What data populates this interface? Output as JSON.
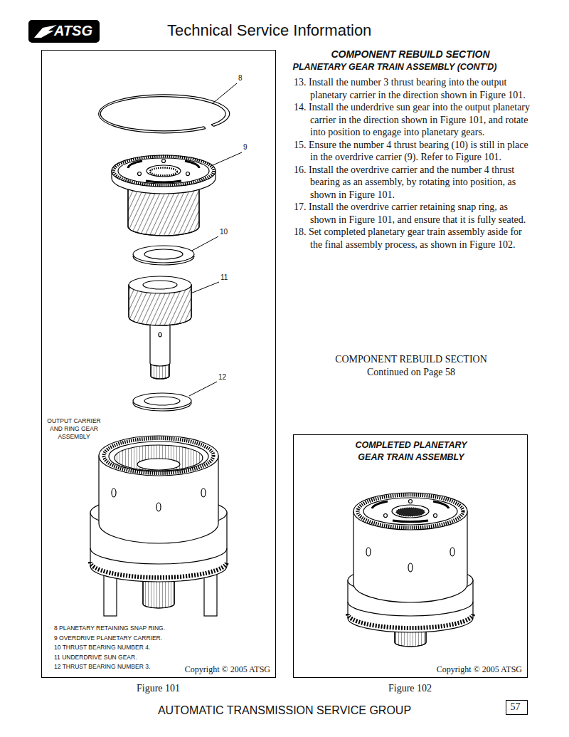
{
  "diagram": {
    "title": "Technical Service Information",
    "nodes": [
      {
        "text": [
          "Copyright © 2005 ATSG",
          "Figure 101"
        ]
      },
      {
        "text": [
          "COMPLETED PLANETARY GEAR TRAIN ASSEMBLY",
          "Copyright © 2005 ATSG",
          "Figure 102"
        ]
      },
      {
        "text": [
          "57"
        ]
      },
      {
        "text": [
          "ATSG"
        ]
      }
    ],
    "labels": [
      "COMPONENT REBUILD SECTION",
      "PLANETARY GEAR TRAIN ASSEMBLY (CONT'D)",
      "13. Install the number 3 thrust bearing into the output planetary carrier in the direction shown in Figure 101.",
      "14. Install the underdrive sun gear into the output planetary carrier in the direction shown in Figure 101, and rotate into position to engage into planetary gears.",
      "15. Ensure the number 4 thrust bearing (10) is still in place in the overdrive carrier (9). Refer to Figure 101.",
      "16. Install the overdrive carrier and the number 4 thrust bearing as an assembly, by rotating into position, as shown in Figure 101.",
      "17. Install the overdrive carrier retaining snap ring, as shown in Figure 101, and ensure that it is fully seated.",
      "18. Set completed planetary gear train assembly aside for the final assembly process, as shown in Figure 102.",
      "COMPONENT REBUILD SECTION",
      "Continued on Page 58",
      "8",
      "9",
      "10",
      "11",
      "12",
      "OUTPUT CARRIER AND RING GEAR ASSEMBLY",
      "8 PLANETARY RETAINING SNAP RING.",
      "9 OVERDRIVE PLANETARY CARRIER.",
      "10 THRUST BEARING NUMBER 4.",
      "11 UNDERDRIVE SUN GEAR.",
      "12 THRUST BEARING NUMBER 3.",
      "AUTOMATIC TRANSMISSION SERVICE GROUP"
    ]
  }
}
